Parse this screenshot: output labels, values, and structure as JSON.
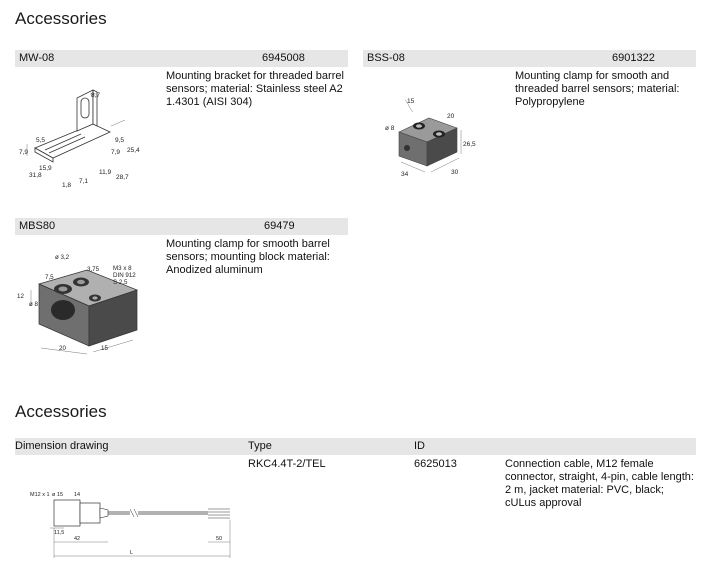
{
  "sections": [
    {
      "title": "Accessories"
    },
    {
      "title": "Accessories"
    }
  ],
  "products": {
    "mw08": {
      "name": "MW-08",
      "id": "6945008",
      "description": "Mounting bracket for threaded barrel sensors; material: Stainless steel A2 1.4301 (AISI 304)",
      "dims": [
        "8,7",
        "5,5",
        "9,5",
        "25,4",
        "7,9",
        "7,9",
        "15,9",
        "31,8",
        "11,9",
        "28,7",
        "1,8",
        "7,1"
      ]
    },
    "bss08": {
      "name": "BSS-08",
      "id": "6901322",
      "description": "Mounting clamp for smooth and threaded barrel sensors; material: Polypropylene",
      "dims": [
        "15",
        "ø 8",
        "20",
        "26,5",
        "34",
        "30"
      ]
    },
    "mbs80": {
      "name": "MBS80",
      "id": "69479",
      "description": "Mounting clamp for smooth barrel sensors; mounting block material: Anodized aluminum",
      "dims": [
        "ø 3,2",
        "3,75",
        "M3 x 8",
        "DIN 912",
        "S 2,5",
        "7,5",
        "12",
        "ø 8",
        "20",
        "15"
      ]
    }
  },
  "table": {
    "headers": {
      "drawing": "Dimension drawing",
      "type": "Type",
      "id": "ID"
    },
    "row": {
      "type": "RKC4.4T-2/TEL",
      "id": "6625013",
      "description": "Connection cable, M12 female connector, straight, 4-pin, cable length: 2 m, jacket material: PVC, black; cULus approval",
      "dims": [
        "M12 x 1",
        "ø 15",
        "14",
        "11,5",
        "42",
        "50",
        "L"
      ]
    }
  },
  "colors": {
    "header_bar": "#e6e6e6",
    "part_dark": "#4a4a4a",
    "part_mid": "#6f6f6f",
    "part_light": "#9a9a9a"
  }
}
